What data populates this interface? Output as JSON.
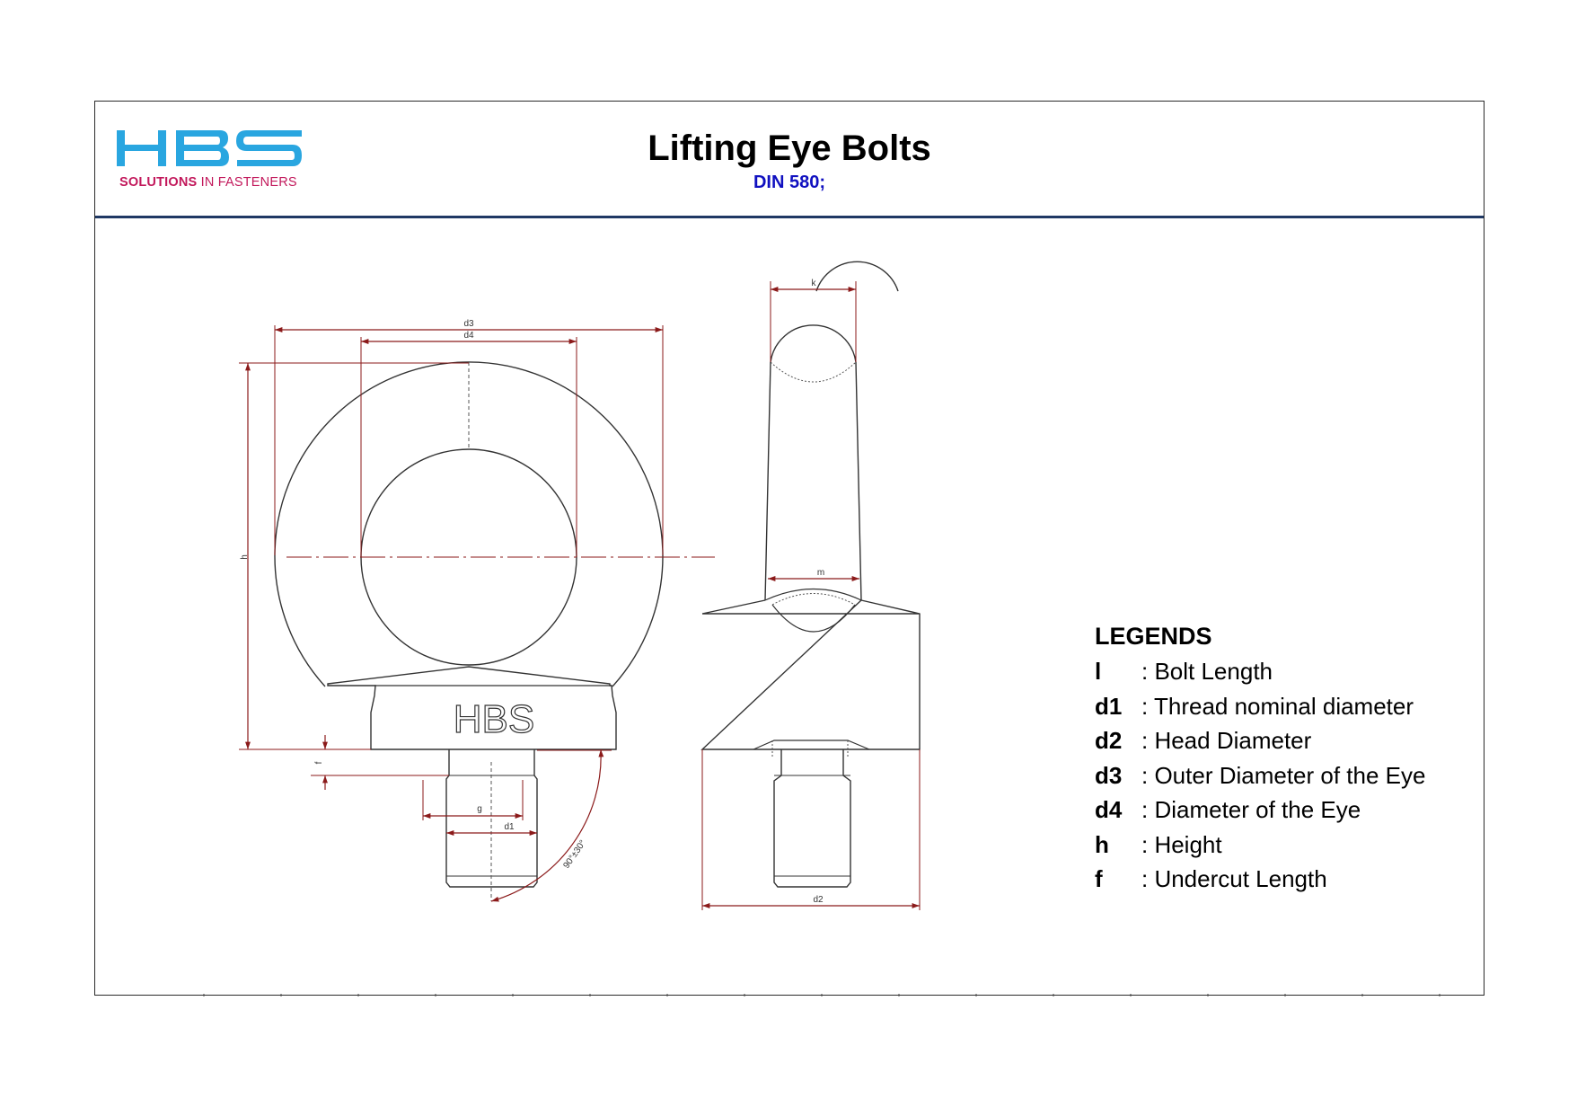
{
  "logo": {
    "mark": "HBS",
    "tagline_bold": "SOLUTIONS",
    "tagline_rest": " IN FASTENERS",
    "color_primary": "#29a6e0",
    "color_tagline": "#c2185b"
  },
  "header": {
    "title": "Lifting Eye Bolts",
    "subtitle": "DIN 580;"
  },
  "drawing": {
    "front_view": {
      "labels": {
        "d3": "d3",
        "d4": "d4",
        "h": "h",
        "f": "f",
        "g": "g",
        "d1": "d1",
        "angle": "90°±30°"
      },
      "collar_marking": "HBS"
    },
    "side_view": {
      "labels": {
        "k": "k",
        "m": "m",
        "d2": "d2"
      }
    },
    "colors": {
      "outline": "#333333",
      "dimension": "#8b1a1a",
      "rule": "#1f3864"
    }
  },
  "legend": {
    "title": "LEGENDS",
    "items": [
      {
        "symbol": "l",
        "description": ": Bolt Length"
      },
      {
        "symbol": "d1",
        "description": ": Thread nominal diameter"
      },
      {
        "symbol": "d2",
        "description": ": Head Diameter"
      },
      {
        "symbol": "d3",
        "description": ": Outer Diameter of the Eye"
      },
      {
        "symbol": "d4",
        "description": ": Diameter of the Eye"
      },
      {
        "symbol": "h",
        "description": ": Height"
      },
      {
        "symbol": "f",
        "description": ": Undercut Length"
      }
    ]
  }
}
